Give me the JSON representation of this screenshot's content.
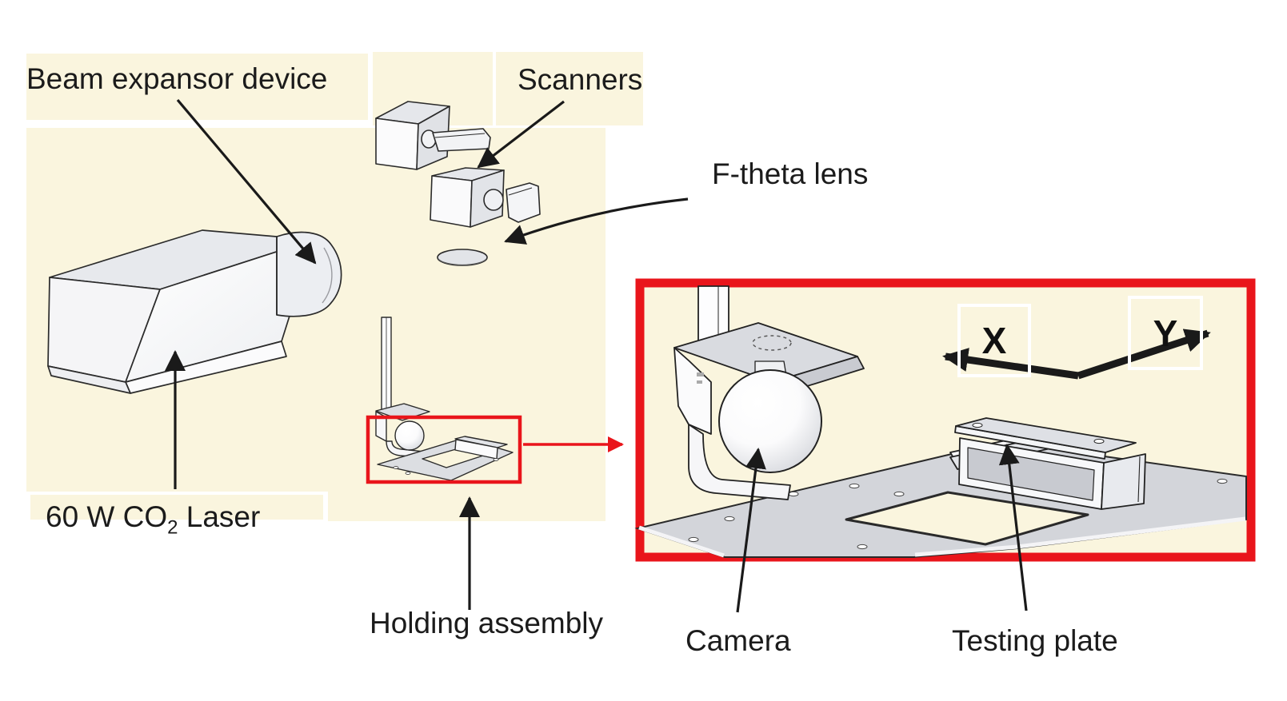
{
  "figure": {
    "labels": {
      "beam_expansor": "Beam expansor device",
      "scanners": "Scanners",
      "f_theta": "F-theta lens",
      "laser_prefix": "60 W CO",
      "laser_sub": "2",
      "laser_suffix": " Laser",
      "holding": "Holding assembly",
      "camera": "Camera",
      "testing_plate": "Testing plate",
      "axis_x": "X",
      "axis_y": "Y"
    },
    "colors": {
      "panel_yellow": "#FAF5DE",
      "accent_red": "#E9151B",
      "arrow_black": "#1A1A1A",
      "plate_gray": "#D3D5DA",
      "outline": "#2B2B2B"
    }
  }
}
